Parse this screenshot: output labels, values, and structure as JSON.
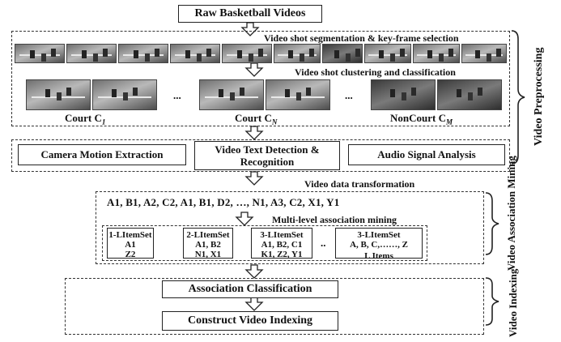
{
  "title": "Raw Basketball Videos",
  "preprocessing": {
    "label": "Video Preprocessing",
    "shot_segmentation": "Video shot segmentation & key-frame selection",
    "shot_clustering": "Video shot clustering and classification",
    "court_c1": "Court C",
    "court_c1_sub": "1",
    "court_cn": "Court C",
    "court_cn_sub": "N",
    "noncourt_cm": "NonCourt C",
    "noncourt_cm_sub": "M",
    "ellipsis": "...",
    "features": [
      "Camera Motion Extraction",
      "Video Text Detection & Recognition",
      "Audio Signal Analysis"
    ]
  },
  "mining": {
    "label": "Video Association Mining",
    "transform": "Video data transformation",
    "sequence": "A1, B1, A2, C2, A1, B1, D2, …, N1, A3, C2, X1, Y1",
    "multi_level": "Multi-level association mining",
    "itemsets": [
      {
        "title": "1-LItemSet",
        "line1": "A1",
        "line2": "...",
        "line3": "Z2"
      },
      {
        "title": "2-LItemSet",
        "line1": "A1, B2",
        "line2": "...",
        "line3": "N1, X1"
      },
      {
        "title": "3-LItemSet",
        "line1": "A1, B2, C1",
        "line2": "...",
        "line3": "K1, Z2, Y1"
      },
      {
        "title": "3-LItemSet",
        "line1": "A, B, C,……, Z",
        "line2": "",
        "line3": "L Items"
      }
    ],
    "dots": ".."
  },
  "indexing": {
    "label": "Video Indexing",
    "classification": "Association Classification",
    "construct": "Construct Video Indexing"
  }
}
